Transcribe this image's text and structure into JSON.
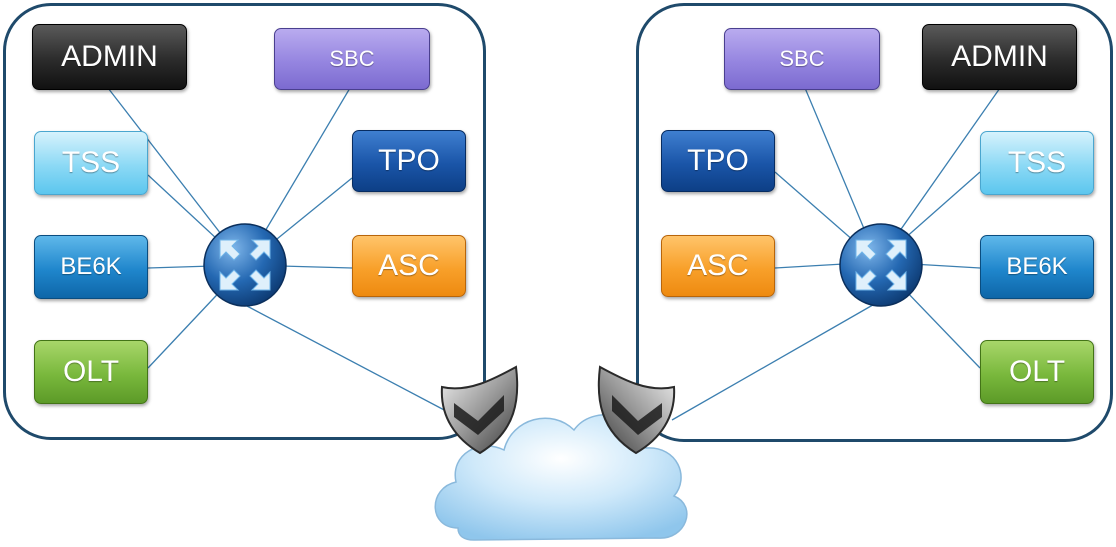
{
  "diagram": {
    "left_site": {
      "nodes": {
        "admin": "ADMIN",
        "sbc": "SBC",
        "tss": "TSS",
        "tpo": "TPO",
        "be6k": "BE6K",
        "asc": "ASC",
        "olt": "OLT"
      },
      "hub_icon": "router-icon"
    },
    "right_site": {
      "nodes": {
        "sbc": "SBC",
        "admin": "ADMIN",
        "tpo": "TPO",
        "tss": "TSS",
        "asc": "ASC",
        "be6k": "BE6K",
        "olt": "OLT"
      },
      "hub_icon": "router-icon"
    },
    "wan": {
      "cloud_icon": "cloud-icon",
      "shield_icon": "shield-icon"
    },
    "colors": {
      "border": "#1f4a6b",
      "link": "#3c7fb0",
      "admin": "#2b2b2b",
      "sbc": "#9585e0",
      "tss": "#8bd9f5",
      "be6k": "#1f86cc",
      "olt": "#79b83c",
      "tpo": "#1a55a8",
      "asc": "#f8a02a"
    }
  }
}
